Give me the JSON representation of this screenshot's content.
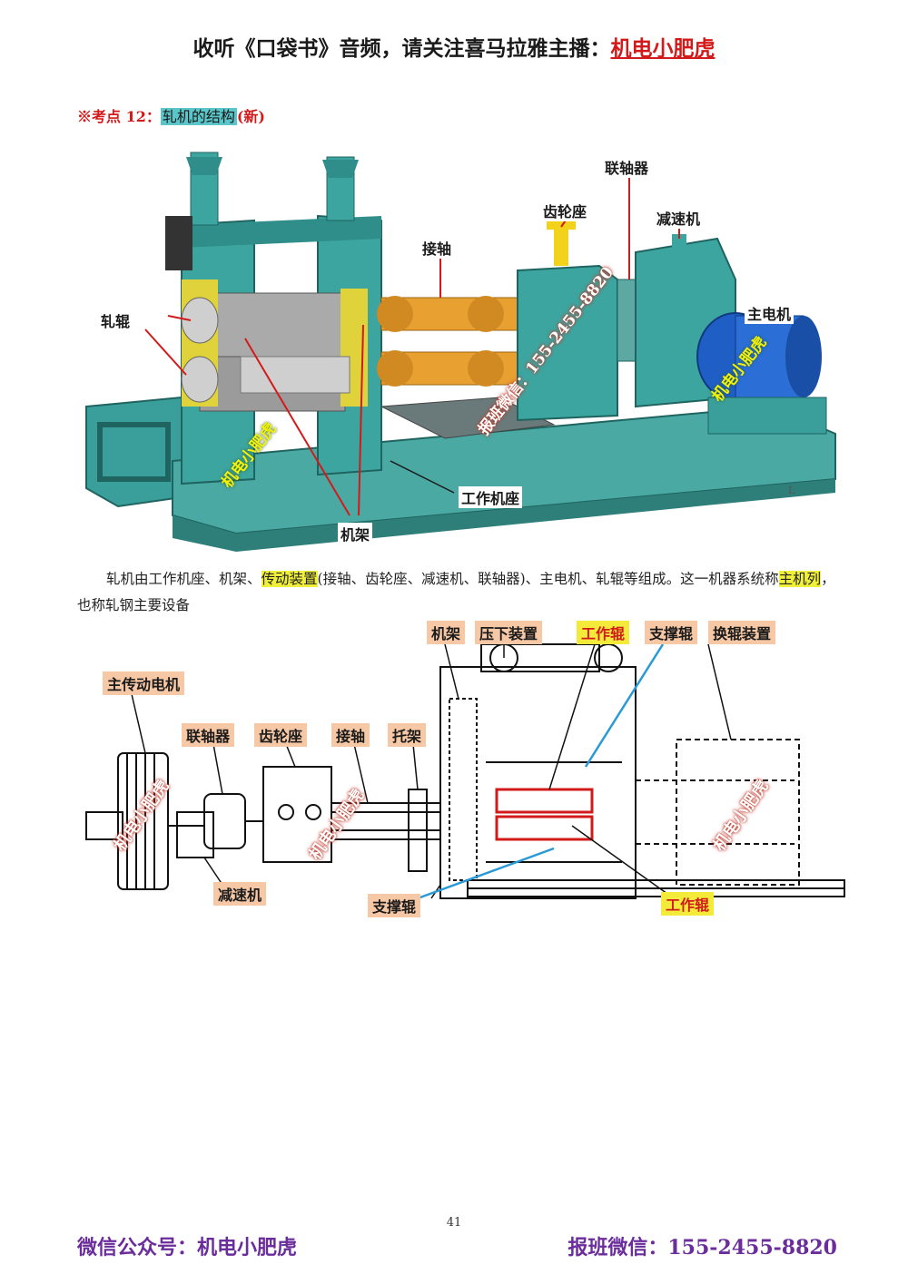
{
  "header": {
    "prefix": "收听《口袋书》音频，请关注喜马拉雅主播：",
    "brand": "机电小肥虎"
  },
  "kaodian": {
    "prefix": "※考点 12：",
    "topic": "轧机的结构",
    "tag": "(新)"
  },
  "photo_labels": {
    "zhagun": "轧辊",
    "jiezhou": "接轴",
    "chilunzuo": "齿轮座",
    "lianzhouqi": "联轴器",
    "jiansuji": "减速机",
    "zhudianji": "主电机",
    "gongzuojizuo": "工作机座",
    "jijia": "机架",
    "watermark1": "机电小肥虎",
    "watermark2": "报班微信：155-2455-8820",
    "watermark3": "机电小肥虎",
    "corner_mark": "L"
  },
  "paragraph": {
    "p1": "轧机由工作机座、机架、",
    "h1": "传动装置",
    "p2": "(接轴、齿轮座、减速机、联轴器)、主电机、轧辊等组成。这一机器系统称",
    "h2": "主机列",
    "p3": "，也称轧钢主要设备"
  },
  "diagram_labels": {
    "jijia": "机架",
    "yaxia": "压下装置",
    "gongzuogun_top": "工作辊",
    "zhichenggun_top": "支撑辊",
    "huangun": "换辊装置",
    "zhuchuandong": "主传动电机",
    "lianzhouqi": "联轴器",
    "chilunzuo": "齿轮座",
    "jiezhou": "接轴",
    "tuojia": "托架",
    "jiansuji": "减速机",
    "zhichenggun_bottom": "支撑辊",
    "gongzuogun_bottom": "工作辊",
    "watermark1": "机电小肥虎",
    "watermark2": "机电小肥虎",
    "watermark3": "机电小肥虎"
  },
  "page_number": "41",
  "footer": {
    "left": "微信公众号：机电小肥虎",
    "right": "报班微信：155-2455-8820"
  },
  "colors": {
    "accent_red": "#d31a1a",
    "footer_purple": "#6a2d9b",
    "highlight_yellow": "#f0f03a",
    "label_orange": "#f6c8a6",
    "teal_machine": "#3aa6a0",
    "orange_shaft": "#e8a030"
  }
}
